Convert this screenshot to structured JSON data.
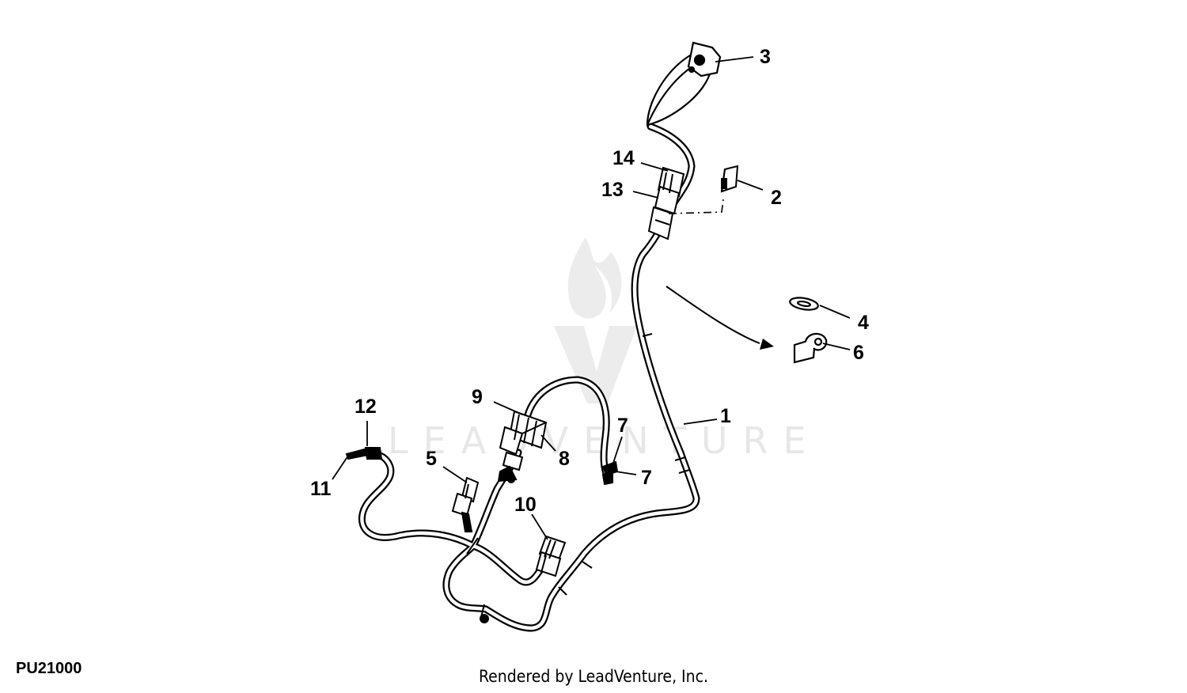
{
  "diagram": {
    "figure_code": "PU21000",
    "credit": "Rendered by LeadVenture, Inc.",
    "watermark": "LEADVENTURE",
    "callouts": {
      "c1": "1",
      "c2": "2",
      "c3": "3",
      "c4": "4",
      "c5": "5",
      "c6": "6",
      "c7a": "7",
      "c7b": "7",
      "c8": "8",
      "c9": "9",
      "c10": "10",
      "c11": "11",
      "c12": "12",
      "c13": "13",
      "c14": "14"
    }
  }
}
